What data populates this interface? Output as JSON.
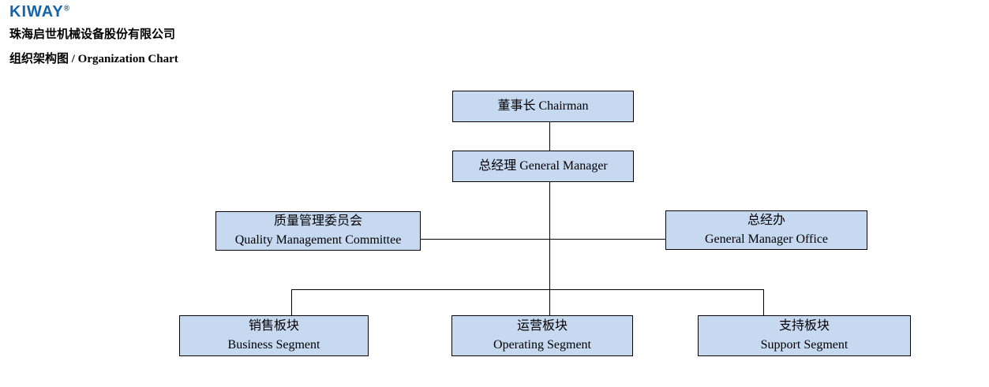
{
  "header": {
    "logo_text": "KIWAY",
    "logo_reg": "®",
    "company_name": "珠海启世机械设备股份有限公司",
    "chart_title": "组织架构图 / Organization Chart"
  },
  "colors": {
    "page_bg": "#ffffff",
    "logo_blue": "#1563a8",
    "box_fill": "#c6d9f1",
    "box_border": "#000000",
    "line_color": "#000000"
  },
  "org": {
    "nodes": [
      {
        "id": "chairman",
        "lines": [
          "董事长 Chairman"
        ]
      },
      {
        "id": "general-manager",
        "lines": [
          "总经理 General Manager"
        ]
      },
      {
        "id": "quality-management-committee",
        "lines": [
          "质量管理委员会",
          "Quality Management Committee"
        ]
      },
      {
        "id": "general-manager-office",
        "lines": [
          "总经办",
          "General Manager Office"
        ]
      },
      {
        "id": "business-segment",
        "lines": [
          "销售板块",
          "Business Segment"
        ]
      },
      {
        "id": "operating-segment",
        "lines": [
          "运营板块",
          "Operating Segment"
        ]
      },
      {
        "id": "support-segment",
        "lines": [
          "支持板块",
          "Support Segment"
        ]
      }
    ],
    "hierarchy": {
      "chairman": [
        "general-manager"
      ],
      "general-manager": [
        "quality-management-committee",
        "general-manager-office",
        "business-segment",
        "operating-segment",
        "support-segment"
      ]
    }
  }
}
